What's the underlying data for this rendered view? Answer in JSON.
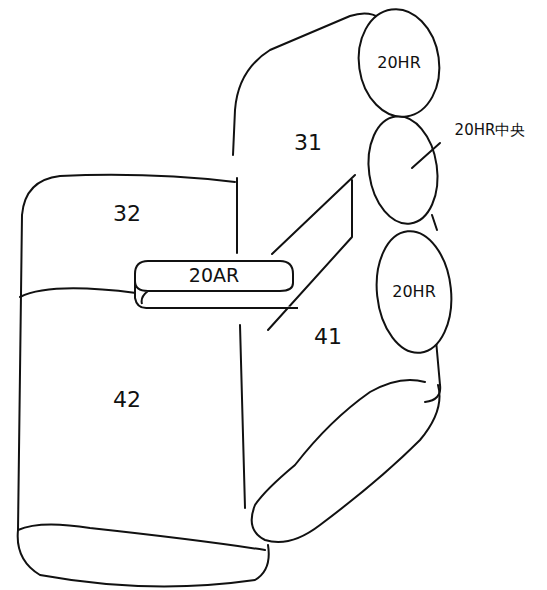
{
  "diagram": {
    "nodes": [
      {
        "text": [
          "20HR"
        ]
      },
      {
        "text": [
          "20AR"
        ]
      },
      {
        "text": [
          "20HR"
        ]
      }
    ],
    "labels": [
      "31",
      "32",
      "41",
      "42",
      "20HR中央"
    ]
  }
}
